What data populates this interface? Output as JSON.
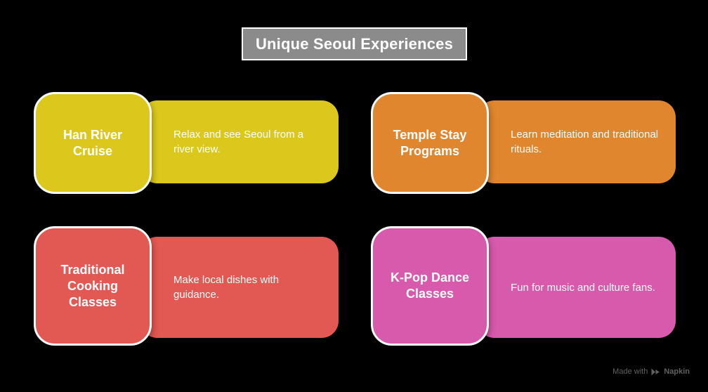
{
  "title": {
    "text": "Unique Seoul Experiences"
  },
  "theme": {
    "background": "#000000",
    "title_bg": "#8b8b8b",
    "title_border": "#ffffff",
    "card_text_color": "#ffffff"
  },
  "cards": [
    {
      "title": "Han River Cruise",
      "description": "Relax and see Seoul from a river view.",
      "color": "#dcc81d"
    },
    {
      "title": "Temple Stay Programs",
      "description": "Learn meditation and traditional rituals.",
      "color": "#e0862f"
    },
    {
      "title": "Traditional Cooking Classes",
      "description": "Make local dishes with guidance.",
      "color": "#e25852"
    },
    {
      "title": "K-Pop Dance Classes",
      "description": "Fun for music and culture fans.",
      "color": "#d75aad"
    }
  ],
  "watermark": {
    "prefix": "Made with",
    "brand": "Napkin"
  }
}
